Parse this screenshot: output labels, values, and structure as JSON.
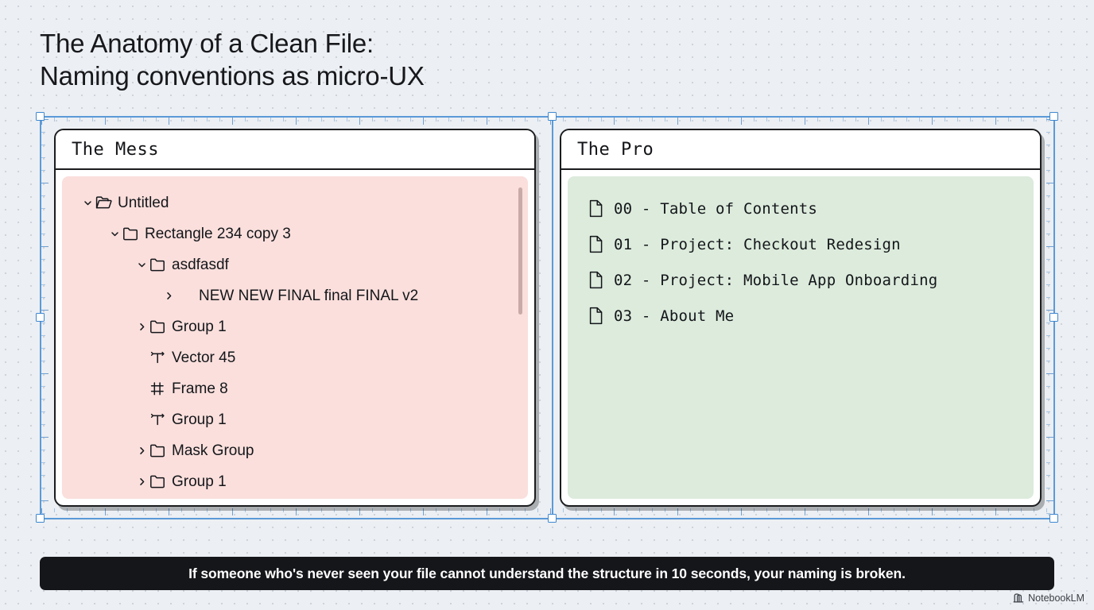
{
  "slide": {
    "title_line1": "The Anatomy of a Clean File:",
    "title_line2": "Naming conventions as micro-UX",
    "callout": "If someone who's never seen your file cannot understand the structure in 10 seconds, your naming is broken.",
    "background_color": "#eceff3",
    "selection_color": "#3d87d0"
  },
  "left_panel": {
    "header": "The  Mess",
    "surface_color": "#fadfdc",
    "items": [
      {
        "label": "Untitled",
        "depth": 0,
        "chevron": "down",
        "icon": "folder-open-icon"
      },
      {
        "label": "Rectangle 234 copy 3",
        "depth": 1,
        "chevron": "down",
        "icon": "folder-icon"
      },
      {
        "label": "asdfasdf",
        "depth": 2,
        "chevron": "down",
        "icon": "folder-icon"
      },
      {
        "label": "NEW NEW FINAL final FINAL v2",
        "depth": 3,
        "chevron": "right",
        "icon": "none"
      },
      {
        "label": "Group 1",
        "depth": 2,
        "chevron": "right",
        "icon": "folder-icon"
      },
      {
        "label": "Vector 45",
        "depth": 2,
        "chevron": "none",
        "icon": "vector-icon"
      },
      {
        "label": "Frame 8",
        "depth": 2,
        "chevron": "none",
        "icon": "frame-icon"
      },
      {
        "label": "Group 1",
        "depth": 2,
        "chevron": "none",
        "icon": "vector-icon"
      },
      {
        "label": "Mask Group",
        "depth": 2,
        "chevron": "right",
        "icon": "folder-icon"
      },
      {
        "label": "Group 1",
        "depth": 2,
        "chevron": "right",
        "icon": "folder-icon"
      }
    ]
  },
  "right_panel": {
    "header": "The Pro",
    "surface_color": "#dcebdc",
    "items": [
      {
        "label": "00 - Table of Contents",
        "icon": "document-icon"
      },
      {
        "label": "01 - Project: Checkout Redesign",
        "icon": "document-icon"
      },
      {
        "label": "02 - Project: Mobile App Onboarding",
        "icon": "document-icon"
      },
      {
        "label": "03 - About Me",
        "icon": "document-icon"
      }
    ]
  },
  "watermark": {
    "label": "NotebookLM",
    "icon": "notebooklm-icon"
  }
}
